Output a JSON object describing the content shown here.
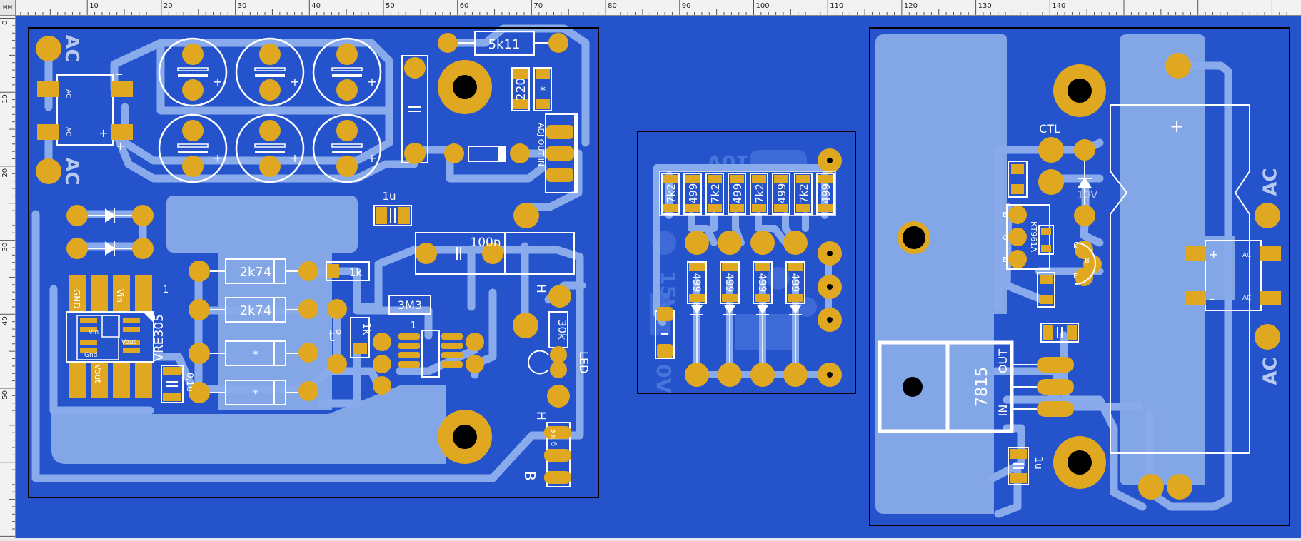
{
  "ruler": {
    "unit": "мм",
    "top_ticks": [
      "10",
      "20",
      "30",
      "40",
      "50",
      "60",
      "70",
      "80",
      "90",
      "100",
      "110",
      "120",
      "130",
      "140"
    ],
    "left_ticks": [
      "0",
      "10",
      "20",
      "30",
      "40",
      "50"
    ]
  },
  "colors": {
    "board": "#2453cc",
    "copper_fill": "#83a6e6",
    "trace": "#8aabeb",
    "pad": "#e0a820",
    "silk": "#ffffff",
    "outline": "#000000"
  },
  "board_left": {
    "labels": {
      "ac_top": "AC",
      "ac_bottom": "AC",
      "bridge_ac1": "AC",
      "bridge_ac2": "AC",
      "minus": "–",
      "plus": "+",
      "r_5k11": "5k11",
      "r_220": "220",
      "r_star_top": "*",
      "reg_pins": "ADJ OUT IN",
      "c_1u": "1u",
      "c_100n": "100n",
      "r_2k74_a": "2k74",
      "r_2k74_b": "2k74",
      "r_star_a": "*",
      "r_star_b": "*",
      "r_1k_a": "1k",
      "r_1k_b": "1k",
      "temp": "t°",
      "r_3m3": "3M3",
      "ic_pin1": "1",
      "r_30k": "30k",
      "led": "LED",
      "h_top": "H",
      "h_bottom": "H",
      "b_label": "B",
      "q_pins": "э к б",
      "vre_gnd": "GND",
      "vre_vin": "Vin",
      "vre_vout": "Vout",
      "vre_pin1": "1",
      "vre_name": "VRE305",
      "vre_inner_vin": "Vin",
      "vre_inner_gnd": "Gnd",
      "vre_inner_vout": "Vout",
      "c_01u": "0,1u"
    }
  },
  "board_mid": {
    "labels": {
      "row_resistors": [
        "7k2",
        "499",
        "7k2",
        "499",
        "7k2",
        "499",
        "7k2",
        "499"
      ],
      "col_resistors": [
        "499",
        "499",
        "499",
        "499"
      ],
      "bg_10v": "10V",
      "bg_15v": "15V",
      "bg_0v": "0V"
    }
  },
  "board_right": {
    "labels": {
      "ctl": "CTL",
      "zener": "10V",
      "transistor": "КТ961А",
      "tr_b": "B",
      "tr_c": "C",
      "tr_e": "E",
      "tr_k": "K",
      "tr_b2": "B",
      "tr_e2": "E",
      "reg_name": "7815",
      "reg_out": "OUT",
      "reg_in": "IN",
      "c_1u": "1u",
      "ac_top": "AC",
      "ac_bottom": "AC",
      "bridge_ac1": "AC",
      "bridge_ac2": "AC",
      "plus": "+",
      "minus": "–",
      "big_plus": "+"
    }
  }
}
